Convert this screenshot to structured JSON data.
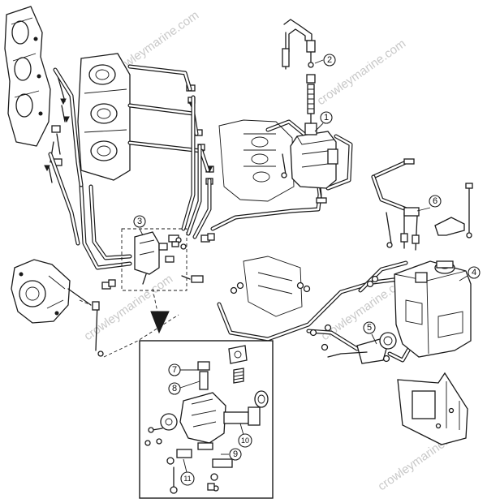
{
  "watermark": "crowleymarine.com",
  "callouts": [
    {
      "id": "c1",
      "label": "1"
    },
    {
      "id": "c2",
      "label": "2"
    },
    {
      "id": "c3",
      "label": "3"
    },
    {
      "id": "c4",
      "label": "4"
    },
    {
      "id": "c5",
      "label": "5"
    },
    {
      "id": "c6",
      "label": "6"
    },
    {
      "id": "c7",
      "label": "7"
    },
    {
      "id": "c8",
      "label": "8"
    },
    {
      "id": "c9",
      "label": "9"
    },
    {
      "id": "c10",
      "label": "10"
    },
    {
      "id": "c11",
      "label": "11"
    }
  ]
}
